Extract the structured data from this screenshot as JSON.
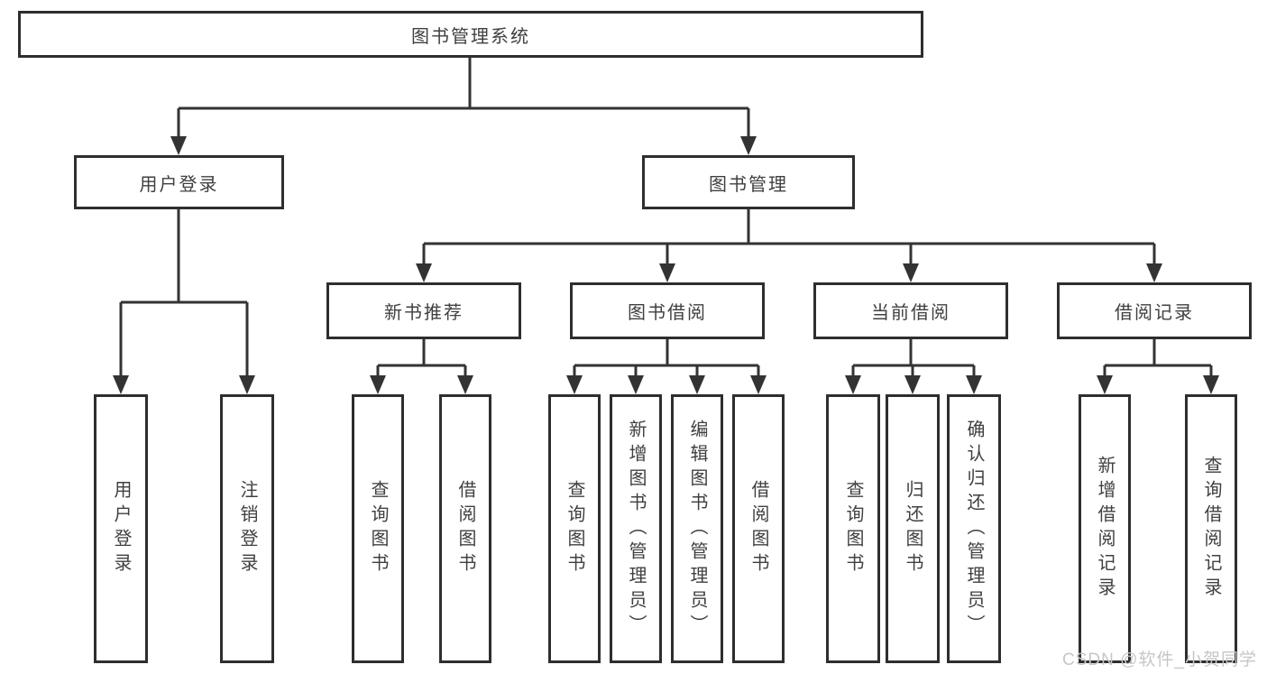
{
  "diagram": {
    "nodes": {
      "root": {
        "label": "图书管理系统"
      },
      "user_login": {
        "label": "用户登录",
        "leaves": [
          "用户登录",
          "注销登录"
        ]
      },
      "book_mgmt": {
        "label": "图书管理"
      },
      "new_books": {
        "label": "新书推荐",
        "leaves": [
          "查询图书",
          "借阅图书"
        ]
      },
      "book_borrow": {
        "label": "图书借阅",
        "leaves": [
          "查询图书",
          "新增图书（管理员）",
          "编辑图书（管理员）",
          "借阅图书"
        ]
      },
      "current_borrow": {
        "label": "当前借阅",
        "leaves": [
          "查询图书",
          "归还图书",
          "确认归还（管理员）"
        ]
      },
      "borrow_records": {
        "label": "借阅记录",
        "leaves": [
          "新增借阅记录",
          "查询借阅记录"
        ]
      }
    }
  },
  "watermark": {
    "text": "CSDN @软件_小贺同学"
  },
  "colors": {
    "background": "#ffffff",
    "box_border": "#2e2e2e",
    "line": "#333333",
    "text": "#404040",
    "watermark": "#c6c6c6"
  }
}
